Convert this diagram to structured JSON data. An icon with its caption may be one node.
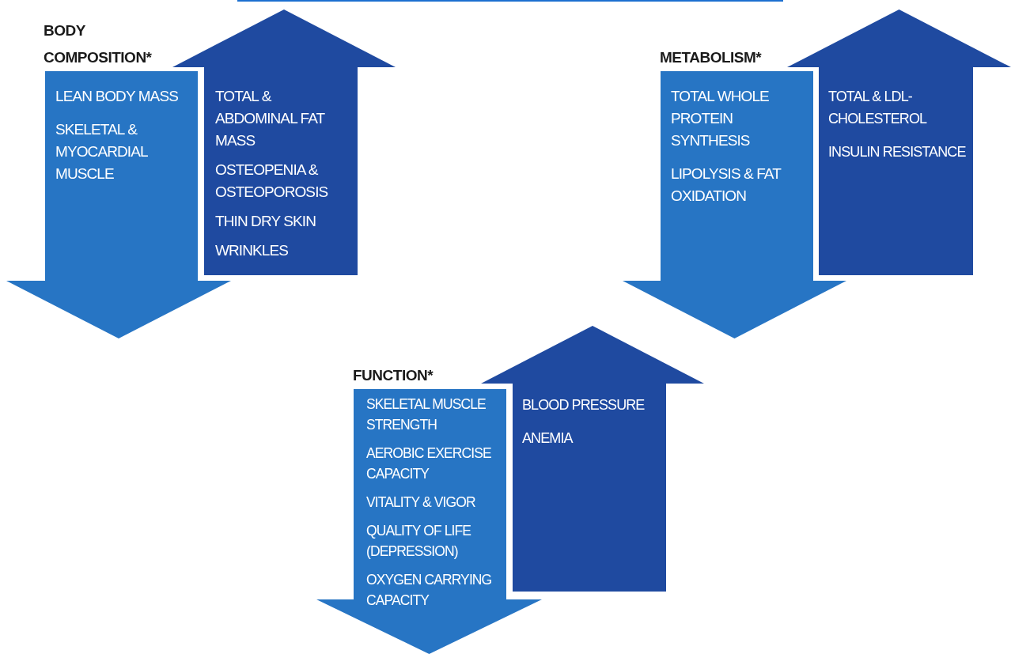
{
  "diagram": {
    "nodes": [
      {
        "text": [
          "BODY COMPOSITION*",
          "LEAN BODY MASS",
          "SKELETAL & MYOCARDIAL MUSCLE"
        ]
      },
      {
        "text": [
          "TOTAL & ABDOMINAL FAT MASS",
          "OSTEOPENIA & OSTEOPOROSIS",
          "THIN DRY SKIN",
          "WRINKLES"
        ]
      },
      {
        "text": [
          "METABOLISM*",
          "TOTAL WHOLE PROTEIN SYNTHESIS",
          "LIPOLYSIS & FAT OXIDATION"
        ]
      },
      {
        "text": [
          "TOTAL & LDL-CHOLESTEROL",
          "INSULIN RESISTANCE"
        ]
      },
      {
        "text": [
          "FUNCTION*",
          "SKELETAL MUSCLE STRENGTH",
          "AEROBIC EXERCISE CAPACITY",
          "VITALITY & VIGOR",
          "QUALITY OF LIFE (DEPRESSION)",
          "OXYGEN CARRYING CAPACITY"
        ]
      },
      {
        "text": [
          "BLOOD PRESSURE",
          "ANEMIA"
        ]
      }
    ]
  }
}
